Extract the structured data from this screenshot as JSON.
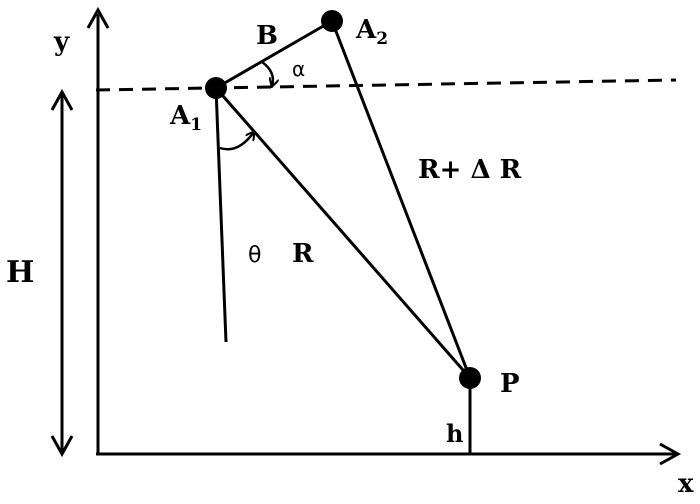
{
  "diagram": {
    "axis_y_label": "y",
    "axis_x_label": "x",
    "height_label": "H",
    "point_a1_main": "A",
    "point_a1_sub": "1",
    "point_a2_main": "A",
    "point_a2_sub": "2",
    "point_p_label": "P",
    "baseline_label": "B",
    "angle_alpha_label": "α",
    "angle_theta_label": "θ",
    "range_label": "R",
    "range_delta_label": "R+ Δ R",
    "target_height_label": "h",
    "colors": {
      "ink": "#000000",
      "background": "#ffffff"
    }
  }
}
